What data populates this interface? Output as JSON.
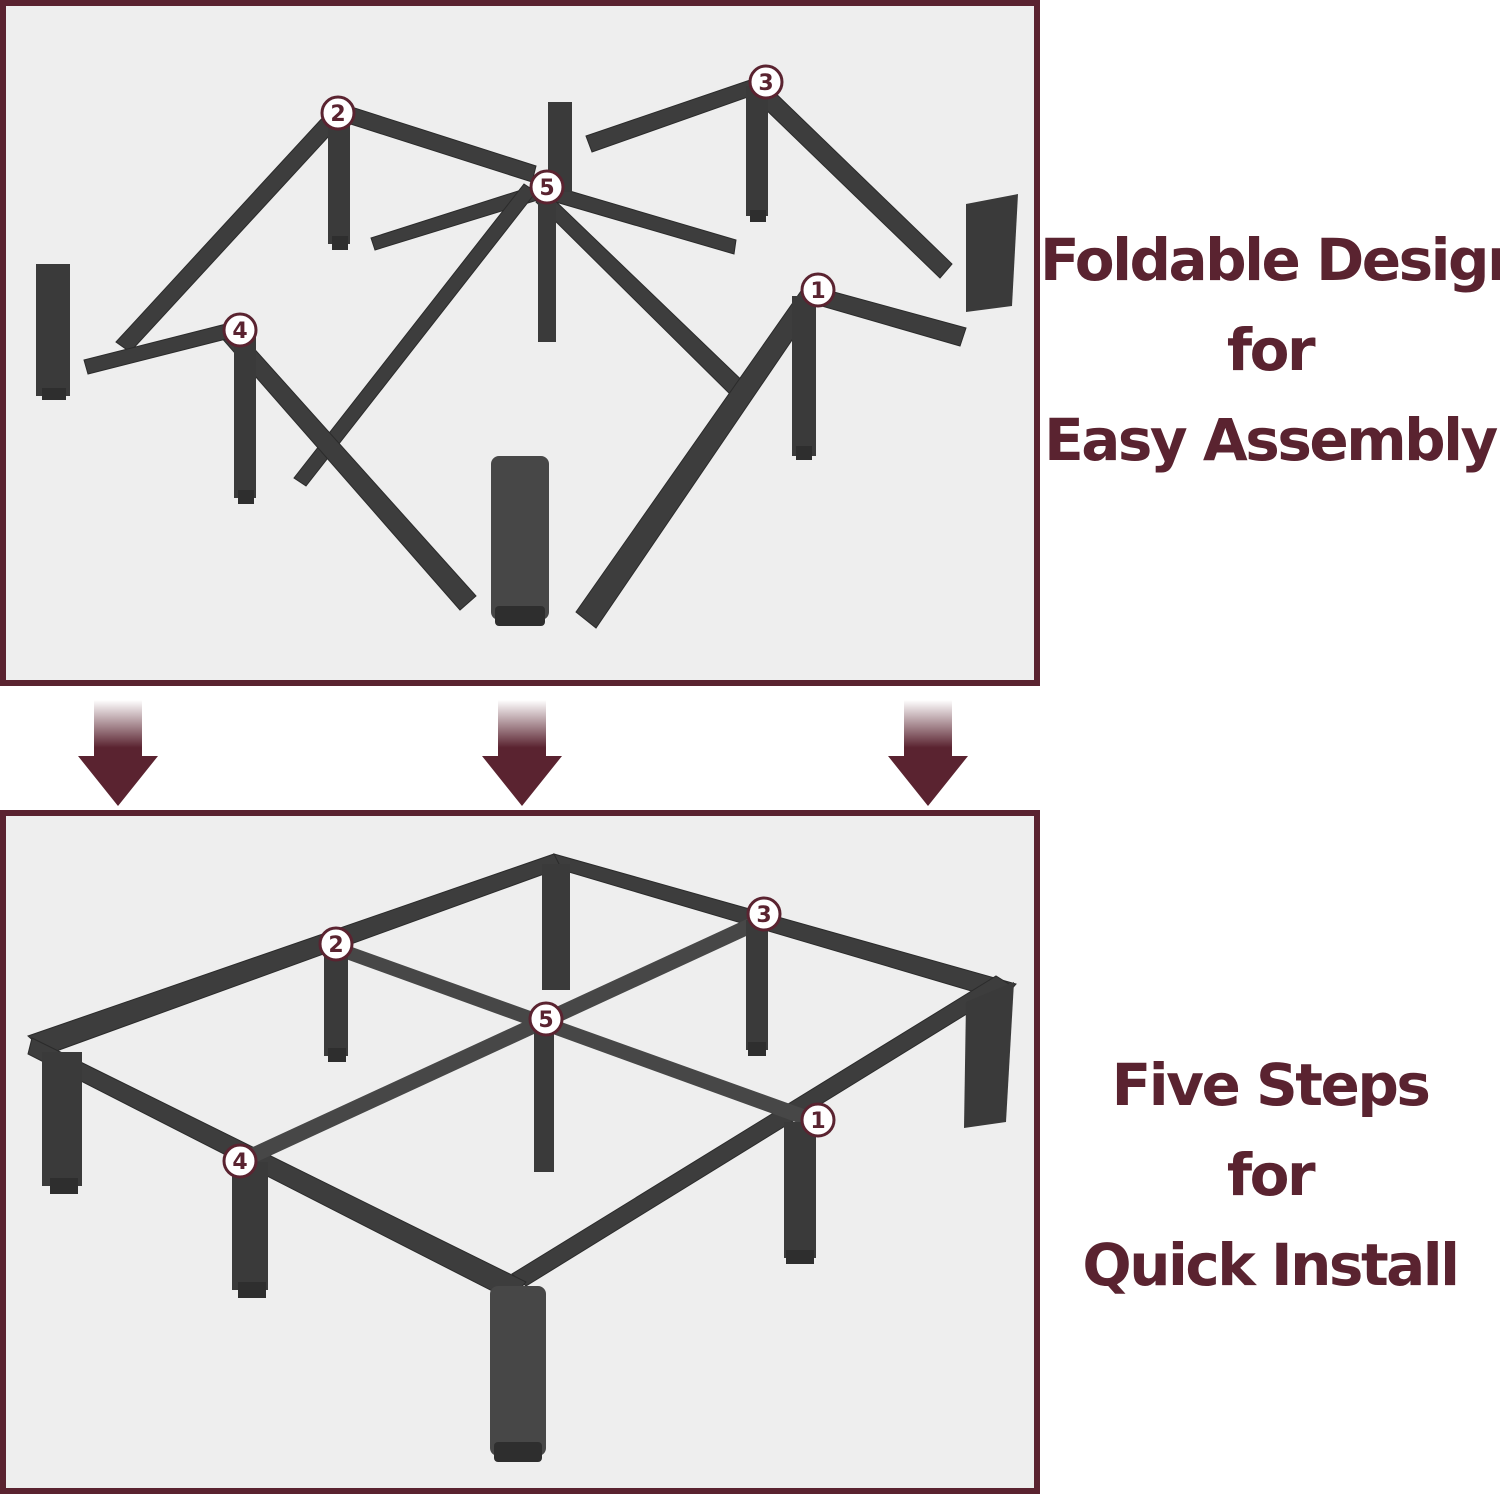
{
  "top_caption": {
    "line1": "Foldable Design",
    "line2": "for",
    "line3": "Easy Assembly"
  },
  "bottom_caption": {
    "line1": "Five Steps",
    "line2": "for",
    "line3": "Quick Install"
  },
  "step_markers": [
    "1",
    "2",
    "3",
    "4",
    "5"
  ],
  "colors": {
    "accent": "#5a2330",
    "panel_bg": "#eeeeee",
    "frame": "#3d3d3d"
  }
}
